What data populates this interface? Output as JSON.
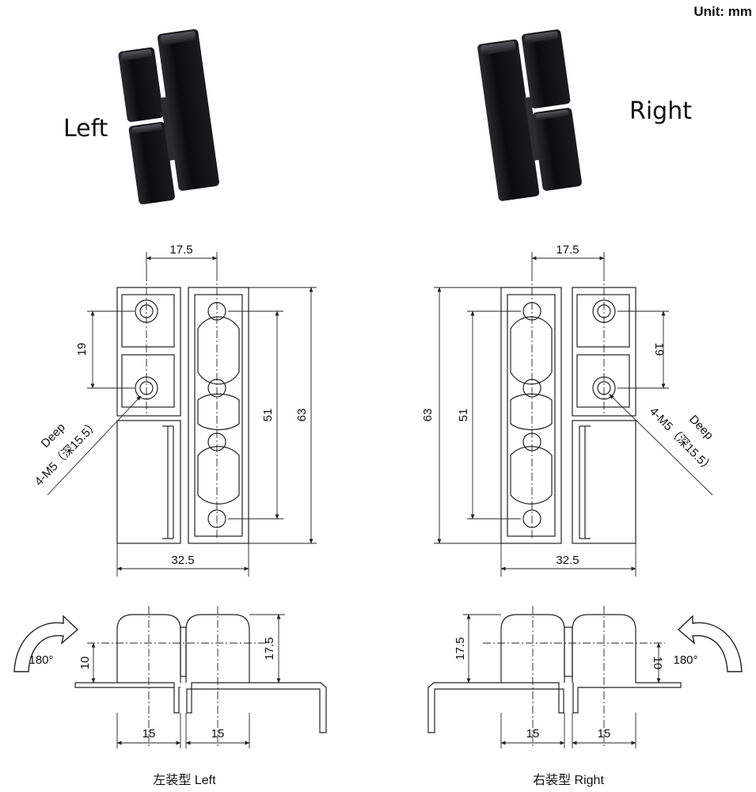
{
  "unit_label": "Unit: mm",
  "photos": {
    "left_label": "Left",
    "right_label": "Right"
  },
  "left_drawing": {
    "pin_spacing": "17.5",
    "hole_pitch_small": "19",
    "hole_pitch_large": "51",
    "height": "63",
    "width": "32.5",
    "thread_label_line1": "Deep",
    "thread_label_line2": "4-M5（深15.5）"
  },
  "right_drawing": {
    "pin_spacing": "17.5",
    "hole_pitch_small": "19",
    "hole_pitch_large": "51",
    "height": "63",
    "width": "32.5",
    "thread_label_line1": "Deep",
    "thread_label_line2": "4-M5（深15.5）"
  },
  "left_side_view": {
    "rotation": "180°",
    "pin_offset": "10",
    "knuckle_height": "17.5",
    "leaf_width_a": "15",
    "leaf_width_b": "15",
    "caption": "左装型 Left"
  },
  "right_side_view": {
    "rotation": "180°",
    "pin_offset": "10",
    "knuckle_height": "17.5",
    "leaf_width_a": "15",
    "leaf_width_b": "15",
    "caption": "右装型 Right"
  },
  "colors": {
    "line": "#222222",
    "hinge_body": "#0d0d0f",
    "hinge_highlight": "#3a3a40"
  }
}
